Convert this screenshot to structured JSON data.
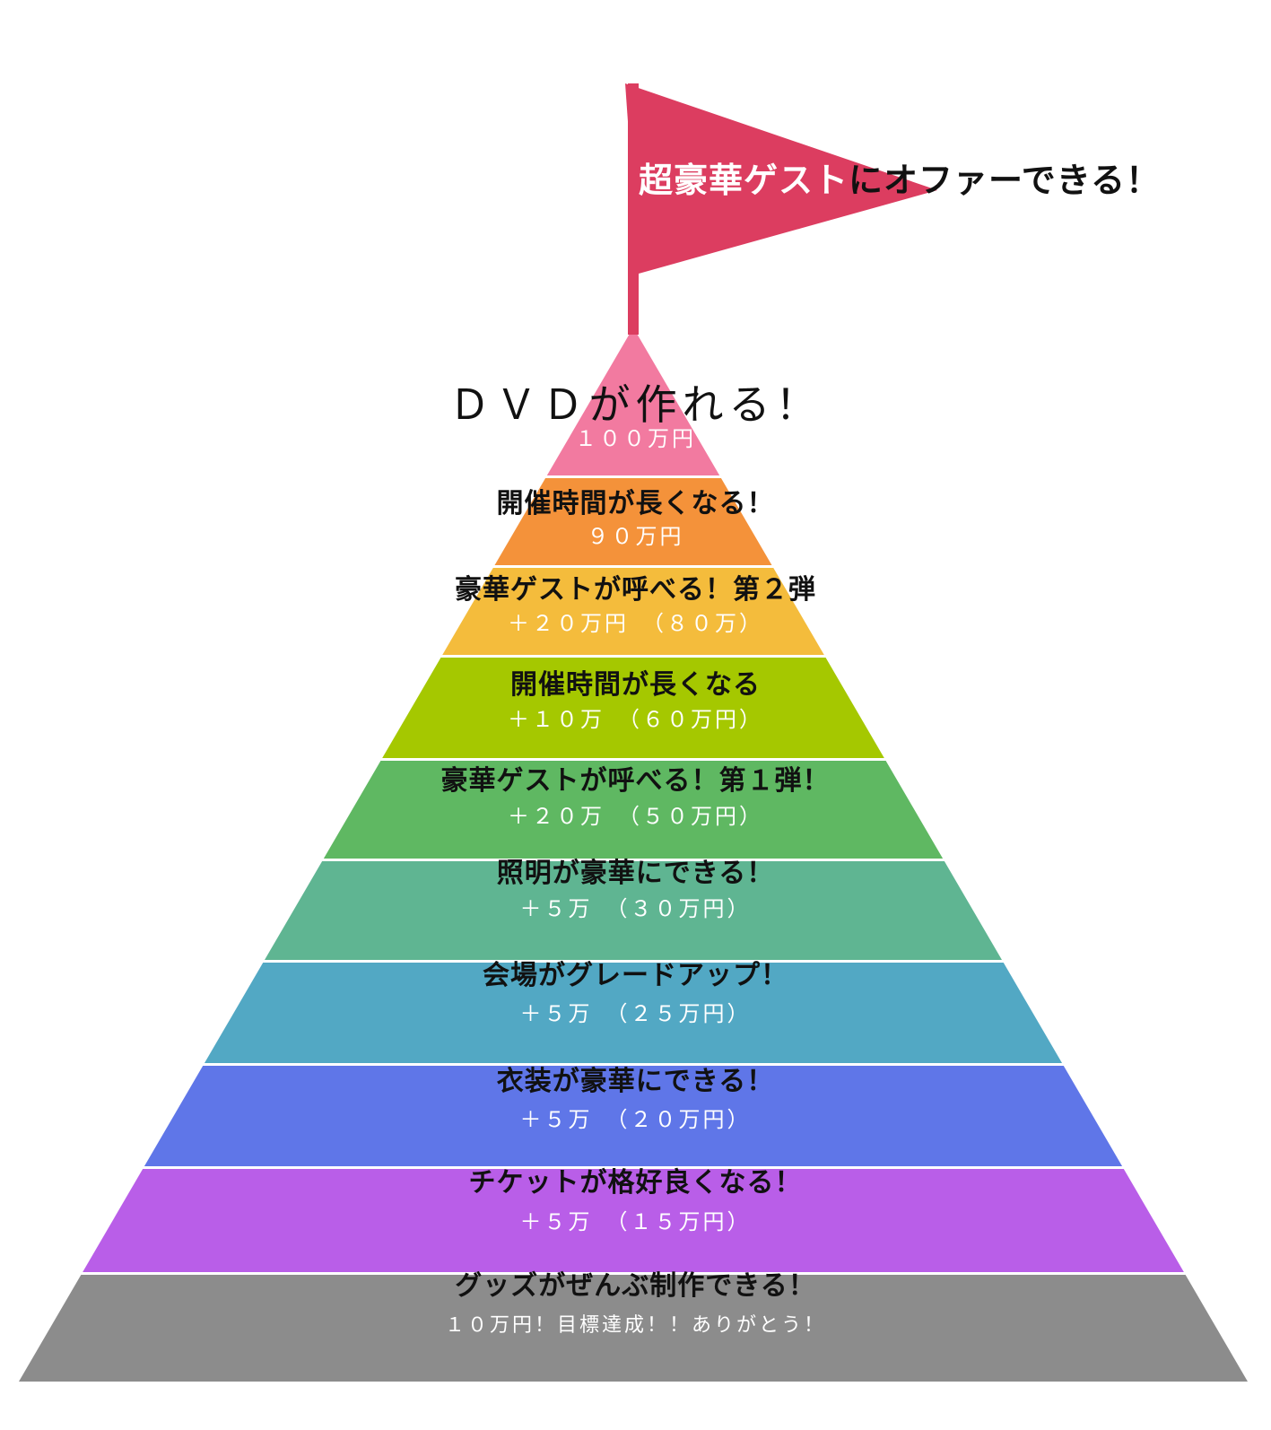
{
  "flag": {
    "text_on_flag": "超豪華ゲスト",
    "text_off_flag": "にオファーできる！",
    "color": "#dc3d60"
  },
  "tiers": [
    {
      "title": "ＤＶＤが作れる！",
      "amount": "１００万円",
      "color": "#f27aa0"
    },
    {
      "title": "開催時間が長くなる！",
      "amount": "９０万円",
      "color": "#f4923a"
    },
    {
      "title": "豪華ゲストが呼べる！第２弾",
      "amount": "＋２０万円　（８０万）",
      "color": "#f4bc3c"
    },
    {
      "title": "開催時間が長くなる",
      "amount": "＋１０万　（６０万円）",
      "color": "#a5c800"
    },
    {
      "title": "豪華ゲストが呼べる！第１弾！",
      "amount": "＋２０万　（５０万円）",
      "color": "#5fb862"
    },
    {
      "title": "照明が豪華にできる！",
      "amount": "＋５万　（３０万円）",
      "color": "#5fb592"
    },
    {
      "title": "会場がグレードアップ！",
      "amount": "＋５万　（２５万円）",
      "color": "#52a8c4"
    },
    {
      "title": "衣装が豪華にできる！",
      "amount": "＋５万　（２０万円）",
      "color": "#5f76e8"
    },
    {
      "title": "チケットが格好良くなる！",
      "amount": "＋５万　（１５万円）",
      "color": "#b95ee8"
    },
    {
      "title": "グッズがぜんぶ制作できる！",
      "amount": "１０万円！目標達成！！ありがとう！",
      "color": "#8c8c8c"
    }
  ]
}
